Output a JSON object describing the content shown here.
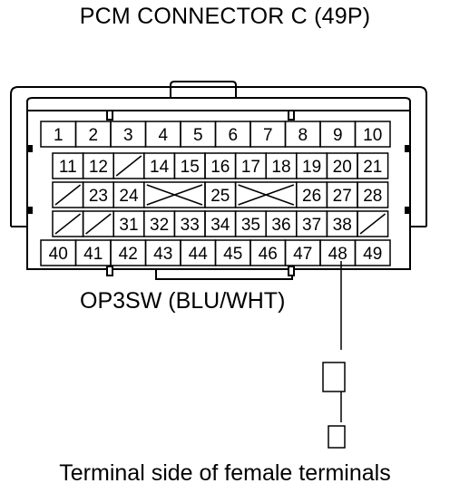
{
  "title": "PCM CONNECTOR C (49P)",
  "wire_label": "OP3SW (BLU/WHT)",
  "caption": "Terminal side of female terminals",
  "highlighted_terminal": "48",
  "rows": [
    [
      "1",
      "2",
      "3",
      "4",
      "5",
      "6",
      "7",
      "8",
      "9",
      "10"
    ],
    [
      "11",
      "12",
      "",
      "14",
      "15",
      "16",
      "17",
      "18",
      "19",
      "20",
      "21"
    ],
    [
      "",
      "23",
      "24",
      "",
      "",
      "25",
      "",
      "",
      "26",
      "27",
      "28"
    ],
    [
      "",
      "",
      "31",
      "32",
      "33",
      "34",
      "35",
      "36",
      "37",
      "38",
      ""
    ],
    [
      "40",
      "41",
      "42",
      "43",
      "44",
      "45",
      "46",
      "47",
      "48",
      "49"
    ]
  ]
}
